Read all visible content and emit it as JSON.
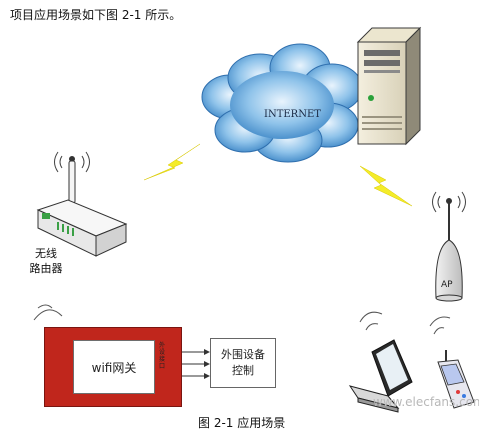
{
  "intro_text": "项目应用场景如下图 2-1 所示。",
  "cloud_label": "INTERNET",
  "router_label_line1": "无线",
  "router_label_line2": "路由器",
  "ap_label": "AP",
  "gateway_label": "wifi网关",
  "gateway_interface_label": "外设接口",
  "peripheral_label_line1": "外围设备",
  "peripheral_label_line2": "控制",
  "caption": "图 2-1  应用场景",
  "watermark": "www.elecfans.com"
}
